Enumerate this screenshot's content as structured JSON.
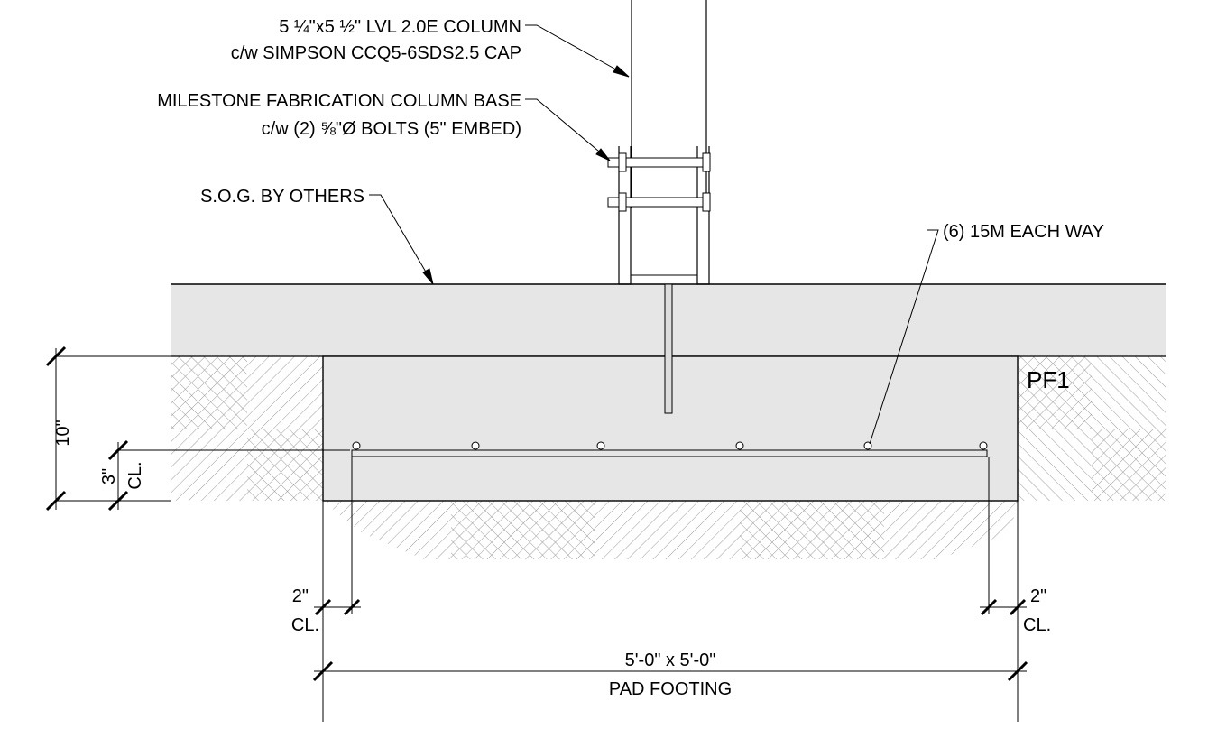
{
  "labels": {
    "column_line1": "5 ¼\"x5 ½\" LVL 2.0E COLUMN",
    "column_line2": "c/w SIMPSON CCQ5-6SDS2.5 CAP",
    "base_line1": "MILESTONE FABRICATION COLUMN BASE",
    "base_line2": "c/w (2) ⅝\"Ø BOLTS (5\" EMBED)",
    "sog": "S.O.G. BY OTHERS",
    "rebar": "(6) 15M EACH WAY",
    "footing_mark": "PF1"
  },
  "dimensions": {
    "depth": "10\"",
    "cover_bottom_value": "3\"",
    "cover_bottom_unit": "CL.",
    "cover_left_value": "2\"",
    "cover_left_unit": "CL.",
    "cover_right_value": "2\"",
    "cover_right_unit": "CL.",
    "footing_size": "5'-0\" x 5'-0\"",
    "footing_name": "PAD FOOTING"
  },
  "colors": {
    "concrete_fill": "#e6e6e6",
    "line": "#000000",
    "hatch": "#9a9a9a"
  }
}
